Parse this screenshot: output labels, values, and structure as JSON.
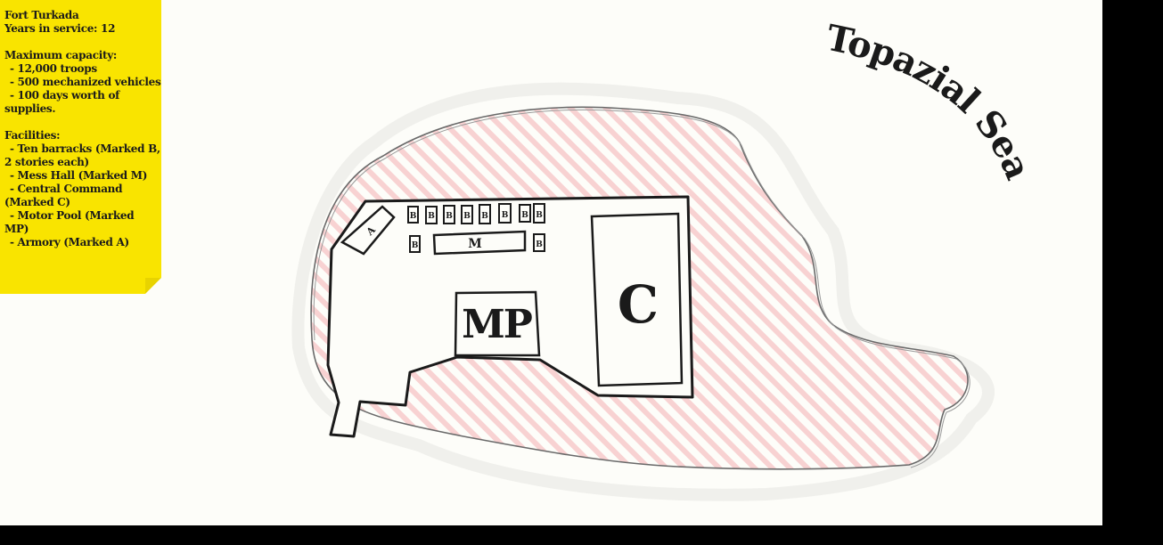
{
  "info_card": {
    "fort_name": "Fort Turkada",
    "years_in_service": "Years in service: 12",
    "capacity_heading": "Maximum capacity:",
    "capacity_items": [
      "- 12,000 troops",
      "- 500 mechanized vehicles",
      "- 100 days worth of supplies."
    ],
    "facilities_heading": "Facilities:",
    "facility_items": [
      "- Ten barracks (Marked B, 2 stories each)",
      "- Mess Hall (Marked M)",
      "- Central Command (Marked C)",
      "- Motor Pool (Marked MP)",
      "- Armory (Marked A)"
    ]
  },
  "map": {
    "sea_label": "Topazial Sea",
    "labels": {
      "armory": "A",
      "mess_hall": "M",
      "motor_pool": "MP",
      "central_command": "C",
      "barracks": "B"
    },
    "colors": {
      "paper": "#fdfdf9",
      "note": "#f9e400",
      "hatch": "#f6c9c9",
      "ink": "#1a1a1a"
    }
  }
}
